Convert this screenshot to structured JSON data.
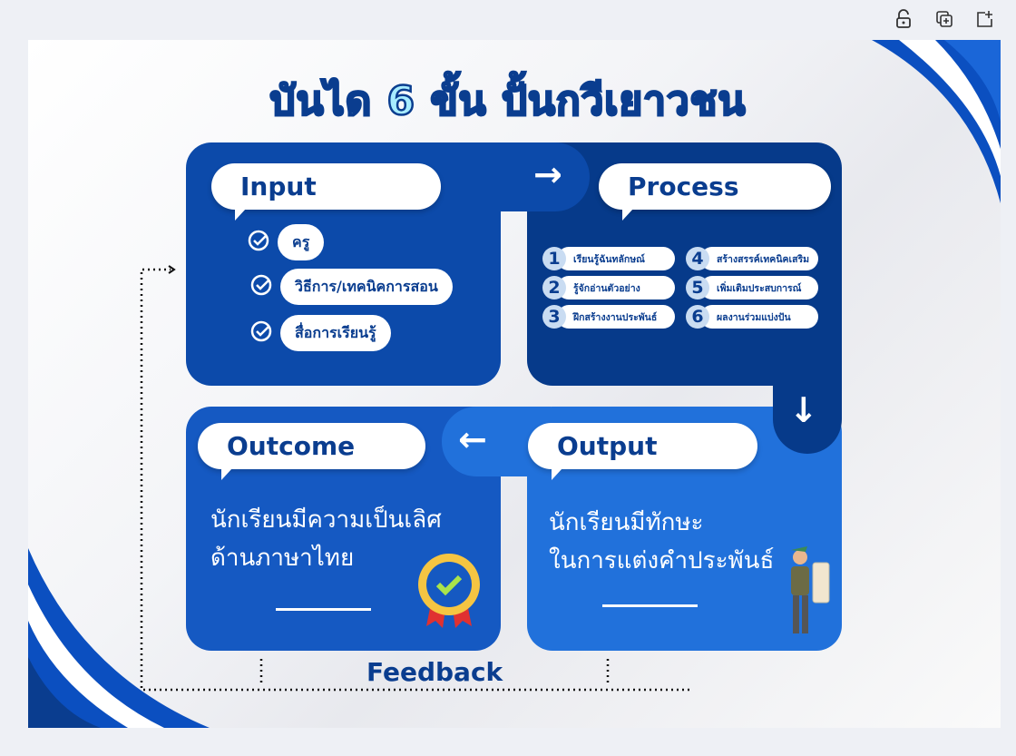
{
  "toolbar": {
    "icons": [
      "unlock-icon",
      "duplicate-icon",
      "add-page-icon"
    ]
  },
  "title": "บันได 6 ขั้น ปั้นกวีเยาวชน",
  "input": {
    "label": "Input",
    "items": [
      "ครู",
      "วิธีการ/เทคนิคการสอน",
      "สื่อการเรียนรู้"
    ]
  },
  "process": {
    "label": "Process",
    "steps": [
      {
        "num": "1",
        "text": "เรียนรู้ฉันทลักษณ์"
      },
      {
        "num": "2",
        "text": "รู้จักอ่านตัวอย่าง"
      },
      {
        "num": "3",
        "text": "ฝึกสร้างงานประพันธ์"
      },
      {
        "num": "4",
        "text": "สร้างสรรค์เทคนิคเสริม"
      },
      {
        "num": "5",
        "text": "เพิ่มเติมประสบการณ์"
      },
      {
        "num": "6",
        "text": "ผลงานร่วมแบ่งปัน"
      }
    ]
  },
  "outcome": {
    "label": "Outcome",
    "line1": "นักเรียนมีความเป็นเลิศ",
    "line2": "ด้านภาษาไทย"
  },
  "output": {
    "label": "Output",
    "line1": "นักเรียนมีทักษะ",
    "line2": "ในการแต่งคำประพันธ์"
  },
  "feedback": "Feedback",
  "colors": {
    "input": "#0c4aaa",
    "process": "#063a8a",
    "outcome": "#1559c2",
    "output": "#2171db",
    "title_fill": "#a8ecff"
  }
}
